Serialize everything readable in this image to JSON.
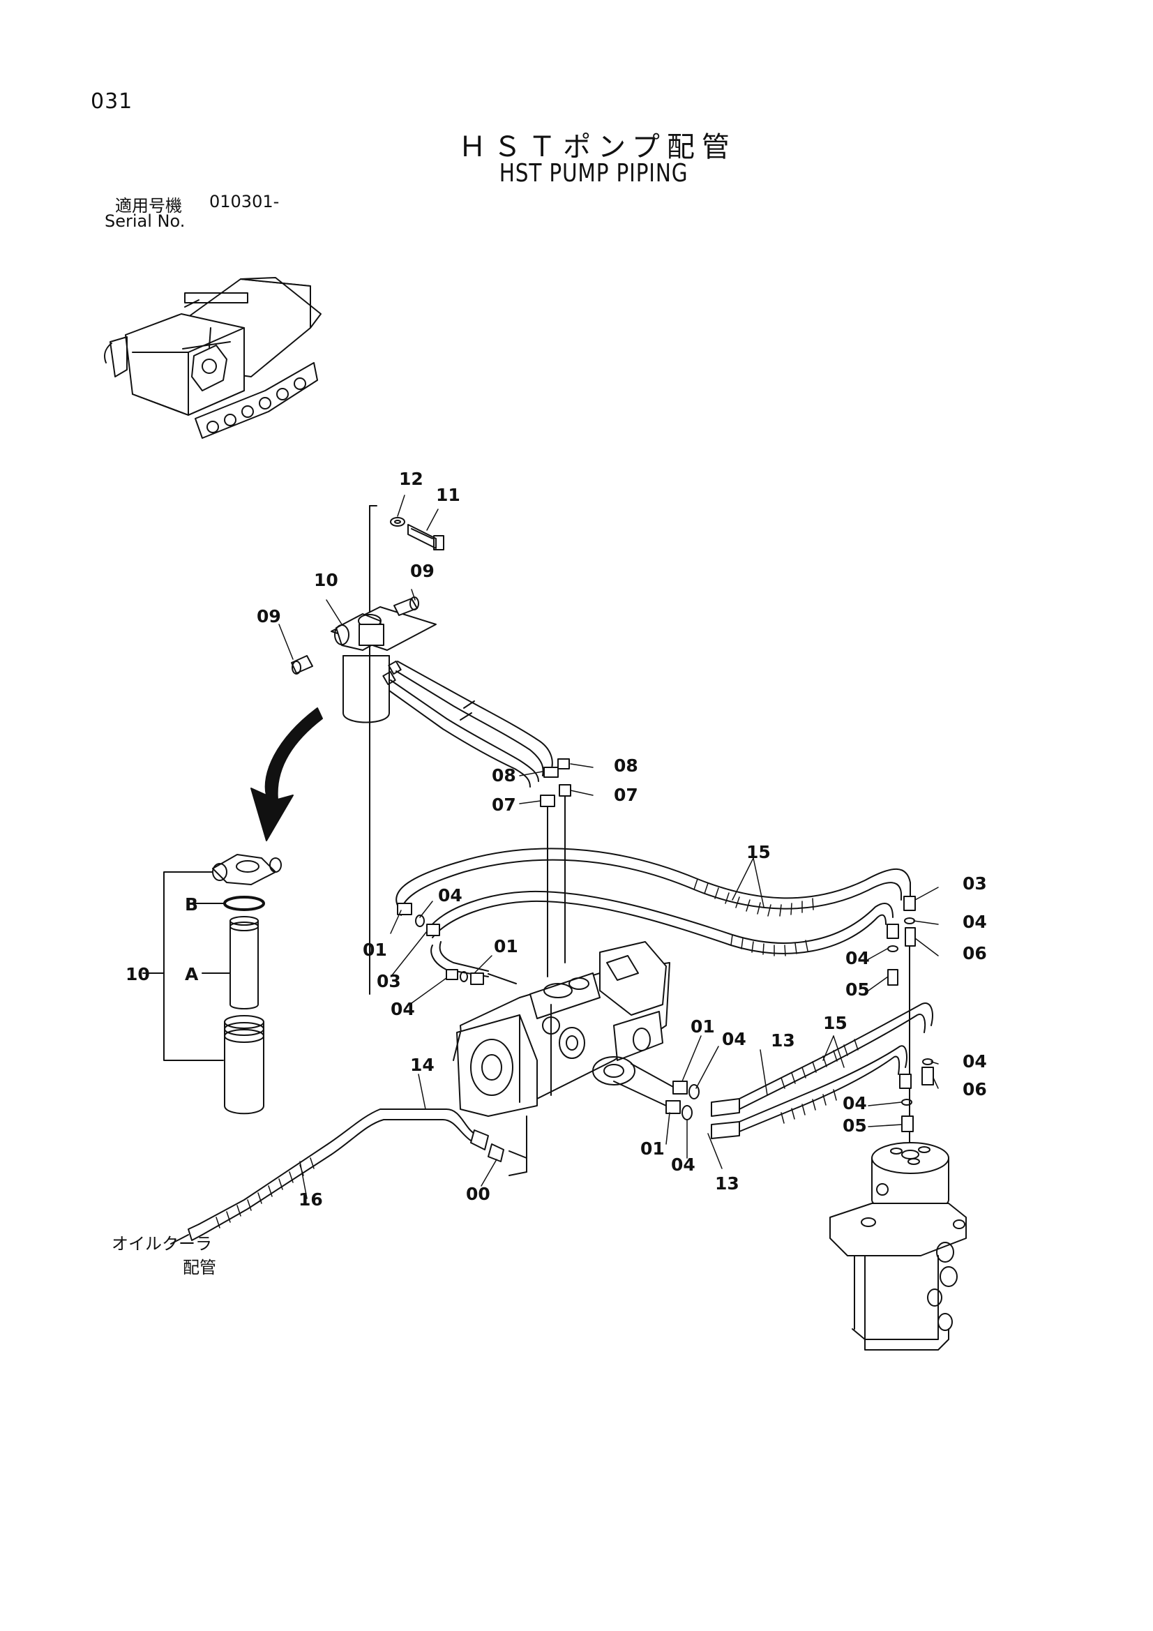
{
  "header": {
    "page_number": "031",
    "title_jp": "ＨＳＴポンプ配管",
    "title_en": "HST PUMP PIPING",
    "serial_label_jp": "適用号機",
    "serial_number": "010301-",
    "serial_label_en": "Serial No."
  },
  "callouts": {
    "c12": "12",
    "c11": "11",
    "c10": "10",
    "c09a": "09",
    "c09b": "09",
    "c08a": "08",
    "c08b": "08",
    "c07a": "07",
    "c07b": "07",
    "c15a": "15",
    "c03a": "03",
    "c04a": "04",
    "c04b": "04",
    "c06a": "06",
    "c05a": "05",
    "c04c": "04",
    "c01a": "01",
    "c03b": "03",
    "c04d": "04",
    "c01b": "01",
    "c10b": "10",
    "cA": "A",
    "cB": "B",
    "c01c": "01",
    "c04e": "04",
    "c13a": "13",
    "c15b": "15",
    "c04f": "04",
    "c06b": "06",
    "c04g": "04",
    "c05b": "05",
    "c01d": "01",
    "c04h": "04",
    "c13b": "13",
    "c14": "14",
    "c16": "16",
    "c00": "00"
  },
  "captions": {
    "oil_cooler_line1": "オイルクーラ",
    "oil_cooler_line2": "配管"
  }
}
